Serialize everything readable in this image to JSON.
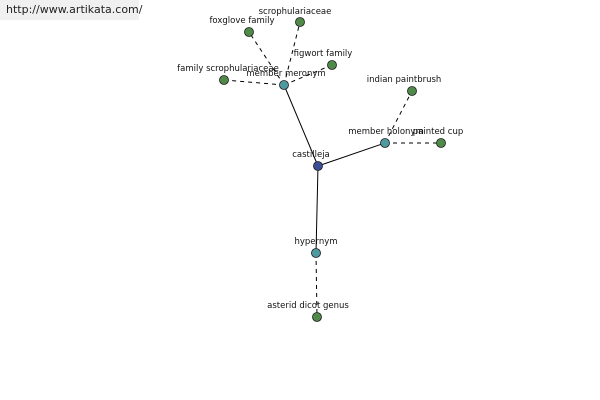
{
  "watermark": {
    "text": "http://www.artikata.com/"
  },
  "graph": {
    "colors": {
      "root_node": "#3b4f94",
      "relation_node": "#4f9aa0",
      "term_node": "#4f8a48",
      "edge": "#000000"
    },
    "nodes": [
      {
        "id": "castilleja",
        "label": "castilleja",
        "kind": "root"
      },
      {
        "id": "member-meronym",
        "label": "member meronym",
        "kind": "relation"
      },
      {
        "id": "member-holonym",
        "label": "member holonym",
        "kind": "relation"
      },
      {
        "id": "hypernym",
        "label": "hypernym",
        "kind": "relation"
      },
      {
        "id": "foxglove-family",
        "label": "foxglove family",
        "kind": "term"
      },
      {
        "id": "scrophulariaceae",
        "label": "scrophulariaceae",
        "kind": "term"
      },
      {
        "id": "figwort-family",
        "label": "figwort family",
        "kind": "term"
      },
      {
        "id": "family-scrophulariaceae",
        "label": "family scrophulariaceae",
        "kind": "term"
      },
      {
        "id": "indian-paintbrush",
        "label": "indian paintbrush",
        "kind": "term"
      },
      {
        "id": "painted-cup",
        "label": "painted cup",
        "kind": "term"
      },
      {
        "id": "asterid-dicot-genus",
        "label": "asterid dicot genus",
        "kind": "term"
      }
    ],
    "edges": [
      {
        "from": "castilleja",
        "to": "member-meronym",
        "style": "solid"
      },
      {
        "from": "castilleja",
        "to": "member-holonym",
        "style": "solid"
      },
      {
        "from": "castilleja",
        "to": "hypernym",
        "style": "solid"
      },
      {
        "from": "member-meronym",
        "to": "foxglove-family",
        "style": "dashed"
      },
      {
        "from": "member-meronym",
        "to": "scrophulariaceae",
        "style": "dashed"
      },
      {
        "from": "member-meronym",
        "to": "figwort-family",
        "style": "dashed"
      },
      {
        "from": "member-meronym",
        "to": "family-scrophulariaceae",
        "style": "dashed"
      },
      {
        "from": "member-holonym",
        "to": "indian-paintbrush",
        "style": "dashed"
      },
      {
        "from": "member-holonym",
        "to": "painted-cup",
        "style": "dashed"
      },
      {
        "from": "hypernym",
        "to": "asterid-dicot-genus",
        "style": "dashed"
      }
    ]
  }
}
